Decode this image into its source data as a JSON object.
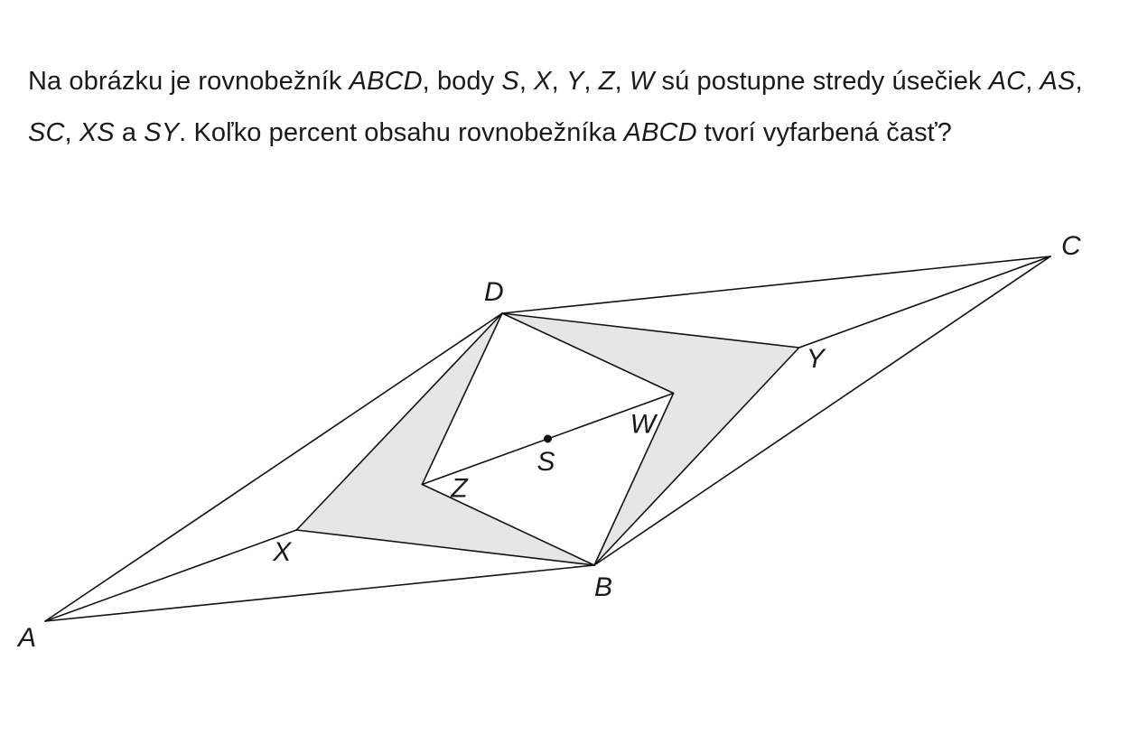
{
  "problem": {
    "segments": [
      {
        "t": "Na obrázku je rovnobežník ",
        "i": false
      },
      {
        "t": "ABCD",
        "i": true
      },
      {
        "t": ", body ",
        "i": false
      },
      {
        "t": "S",
        "i": true
      },
      {
        "t": ", ",
        "i": false
      },
      {
        "t": "X",
        "i": true
      },
      {
        "t": ", ",
        "i": false
      },
      {
        "t": "Y",
        "i": true
      },
      {
        "t": ", ",
        "i": false
      },
      {
        "t": "Z",
        "i": true
      },
      {
        "t": ", ",
        "i": false
      },
      {
        "t": "W",
        "i": true
      },
      {
        "t": " sú postupne stredy úsečiek ",
        "i": false
      },
      {
        "t": "AC",
        "i": true
      },
      {
        "t": ", ",
        "i": false
      },
      {
        "t": "AS",
        "i": true
      },
      {
        "t": ", ",
        "i": false
      },
      {
        "t": "SC",
        "i": true
      },
      {
        "t": ", ",
        "i": false
      },
      {
        "t": "XS",
        "i": true
      },
      {
        "t": " a ",
        "i": false
      },
      {
        "t": "SY",
        "i": true
      },
      {
        "t": ". Koľko percent obsahu rovnobežníka ",
        "i": false
      },
      {
        "t": "ABCD",
        "i": true
      },
      {
        "t": " tvorí vyfarbená časť?",
        "i": false
      }
    ]
  },
  "figure": {
    "fill_color": "#e6e6e6",
    "line_color": "#111111",
    "points": [
      "A",
      "B",
      "C",
      "D",
      "S",
      "X",
      "Y",
      "Z",
      "W"
    ]
  }
}
